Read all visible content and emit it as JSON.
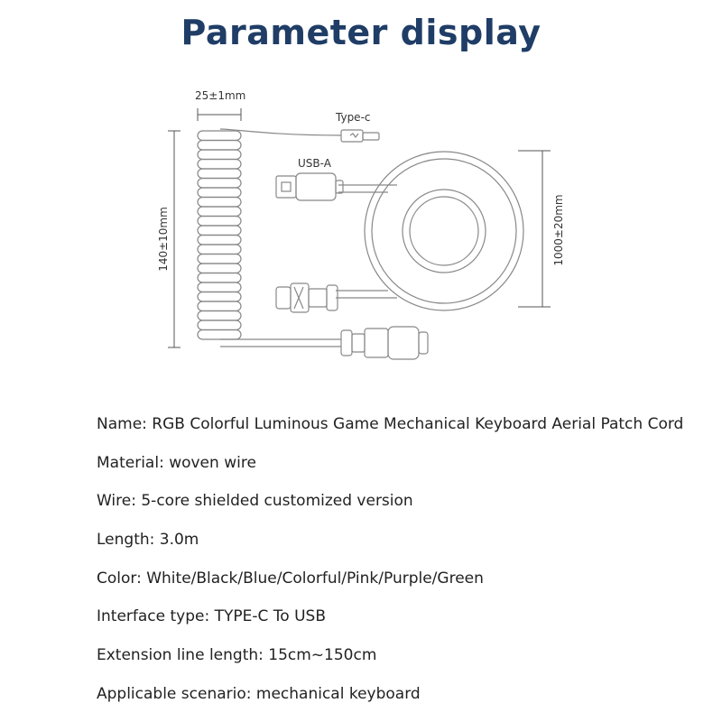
{
  "title": "Parameter display",
  "diagram": {
    "coil_width_label": "25±1mm",
    "coil_height_label": "140±10mm",
    "length_label": "1000±20mm",
    "type_c_label": "Type-c",
    "usb_a_label": "USB-A"
  },
  "specs": [
    {
      "text": "Name: RGB Colorful Luminous Game Mechanical Keyboard Aerial Patch Cord"
    },
    {
      "text": "Material: woven wire"
    },
    {
      "text": "Wire: 5-core shielded customized version"
    },
    {
      "text": "Length: 3.0m"
    },
    {
      "text": "Color: White/Black/Blue/Colorful/Pink/Purple/Green"
    },
    {
      "text": "Interface type: TYPE-C To USB"
    },
    {
      "text": "Extension line length: 15cm~150cm"
    },
    {
      "text": "Applicable scenario: mechanical keyboard"
    }
  ]
}
